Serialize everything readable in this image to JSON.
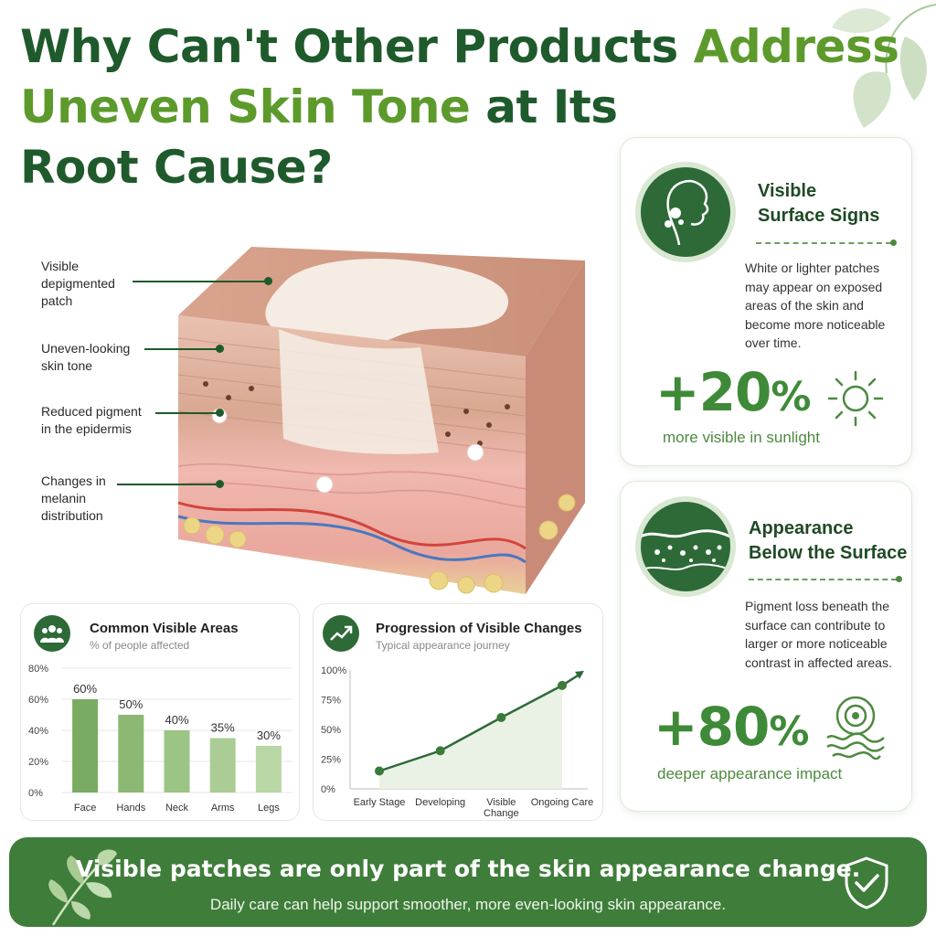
{
  "title": {
    "part1": "Why Can't Other Products ",
    "highlight1": "Address",
    "highlight2": "Uneven Skin Tone",
    "part2": " at Its",
    "part3": "Root Cause?"
  },
  "callouts": [
    {
      "line1": "Visible",
      "line2": "depigmented",
      "line3": "patch"
    },
    {
      "line1": "Uneven-looking",
      "line2": "skin tone"
    },
    {
      "line1": "Reduced pigment",
      "line2": "in the epidermis"
    },
    {
      "line1": "Changes in",
      "line2": "melanin",
      "line3": "distribution"
    }
  ],
  "card_surface": {
    "icon": "face-profile-icon",
    "title_line1": "Visible",
    "title_line2": "Surface Signs",
    "text": [
      "White or lighter patches",
      "may appear on exposed",
      "areas of the skin and",
      "become more noticeable",
      "over time."
    ],
    "stat_value": "+20",
    "stat_unit": "%",
    "stat_icon": "sun-icon",
    "stat_caption": "more visible in sunlight"
  },
  "card_below": {
    "icon": "skin-layers-icon",
    "title_line1": "Appearance",
    "title_line2": "Below the Surface",
    "text": [
      "Pigment loss beneath the",
      "surface can contribute to",
      "larger or more noticeable",
      "contrast in affected areas."
    ],
    "stat_value": "+80",
    "stat_unit": "%",
    "stat_icon": "depth-waves-icon",
    "stat_caption": "deeper appearance impact"
  },
  "chart_areas": {
    "icon": "people-group-icon",
    "title": "Common Visible Areas",
    "subtitle": "% of people affected"
  },
  "chart_progress": {
    "icon": "trend-up-icon",
    "title": "Progression of Visible Changes",
    "subtitle": "Typical appearance journey"
  },
  "chart_data": [
    {
      "type": "bar",
      "categories": [
        "Face",
        "Hands",
        "Neck",
        "Arms",
        "Legs"
      ],
      "values": [
        60,
        50,
        40,
        35,
        30
      ],
      "value_labels": [
        "60%",
        "50%",
        "40%",
        "35%",
        "30%"
      ],
      "ylim": [
        0,
        80
      ],
      "yticks": [
        "0%",
        "20%",
        "40%",
        "60%",
        "80%"
      ],
      "bar_colors": [
        "#7aab62",
        "#8bb873",
        "#9cc484",
        "#abcd95",
        "#b9d6a5"
      ]
    },
    {
      "type": "line",
      "categories": [
        "Early Stage",
        "Developing",
        "Visible\nChange",
        "Ongoing Care"
      ],
      "category_lines": [
        [
          "Early Stage"
        ],
        [
          "Developing"
        ],
        [
          "Visible",
          "Change"
        ],
        [
          "Ongoing Care"
        ]
      ],
      "values": [
        15,
        32,
        60,
        87
      ],
      "ylim": [
        0,
        100
      ],
      "yticks": [
        "0%",
        "25%",
        "50%",
        "75%",
        "100%"
      ],
      "line_color": "#2d6a37"
    }
  ],
  "banner": {
    "title": "Visible patches are only part of the skin appearance change.",
    "subtitle": "Daily care can help support smoother, more even-looking skin appearance.",
    "left_icon": "leaf-sprig-icon",
    "right_icon": "shield-check-icon"
  },
  "colors": {
    "dark_green": "#1f5a2c",
    "accent_green": "#5d9a2c",
    "stat_green": "#3f8a38",
    "banner_green": "#3f7d3a"
  }
}
